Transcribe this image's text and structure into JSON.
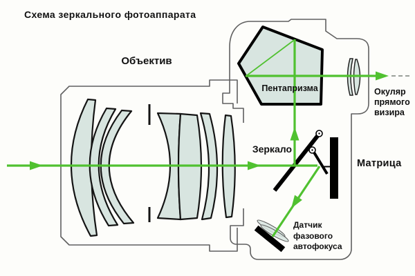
{
  "colors": {
    "beam_green": "#50c130",
    "glass_fill": "#d8e5e0",
    "body_outline": "#5f5f5f",
    "ink": "#101010",
    "background": "#fdfdfa"
  },
  "diagram": {
    "title": "Схема зеркального фотоаппарата",
    "labels": {
      "objective": "Объектив",
      "pentaprism": "Пентапризма",
      "eyepiece": "Окуляр\nпрямого\nвизира",
      "mirror": "Зеркало",
      "sensor": "Матрица",
      "af_sensor": "Датчик\nфазового\nавтофокуса"
    }
  }
}
